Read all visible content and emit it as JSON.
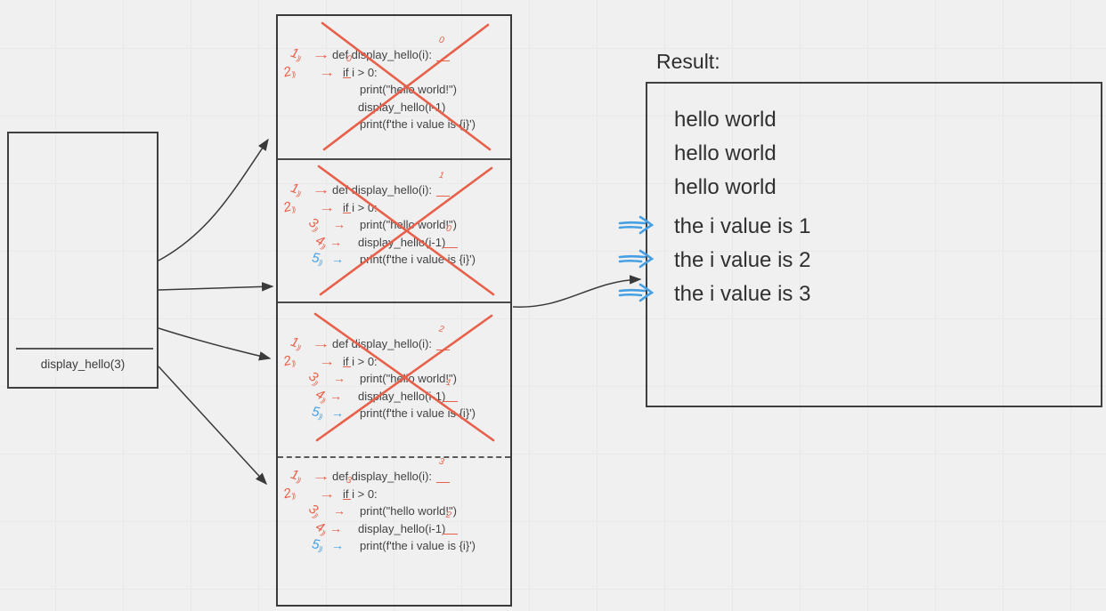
{
  "colors": {
    "red": "#e8604a",
    "blue": "#449fe4",
    "ink": "#3d3d3d",
    "arrow": "#3a3a3a",
    "bg": "#f0f0f0",
    "grid": "#e9e9e9"
  },
  "left_box": {
    "label": "display_hello(3)"
  },
  "code_lines": [
    "def display_hello(i):",
    "if i > 0:",
    "print(\"hello world!\")",
    "display_hello(i-1)",
    "print(f'the i value is {i}')"
  ],
  "annotations": {
    "nums": [
      "1",
      "2",
      "3",
      "4",
      "5"
    ],
    "arrow": "→"
  },
  "frames": [
    {
      "name": "call-frame-i-0",
      "crossed": true,
      "marks": {
        "i_top": "0",
        "if_i": "0",
        "i_minus_1": null
      }
    },
    {
      "name": "call-frame-i-1",
      "crossed": true,
      "marks": {
        "i_top": "1",
        "if_i": null,
        "i_minus_1": "0"
      }
    },
    {
      "name": "call-frame-i-2",
      "crossed": true,
      "marks": {
        "i_top": "2",
        "if_i": null,
        "i_minus_1": "1"
      }
    },
    {
      "name": "call-frame-i-3",
      "crossed": false,
      "marks": {
        "i_top": "3",
        "if_i": "3",
        "i_minus_1": "2"
      }
    }
  ],
  "result": {
    "title": "Result:",
    "lines": [
      "hello world",
      "hello world",
      "hello world",
      "the i value is 1",
      "the i value is 2",
      "the i value is 3"
    ]
  }
}
